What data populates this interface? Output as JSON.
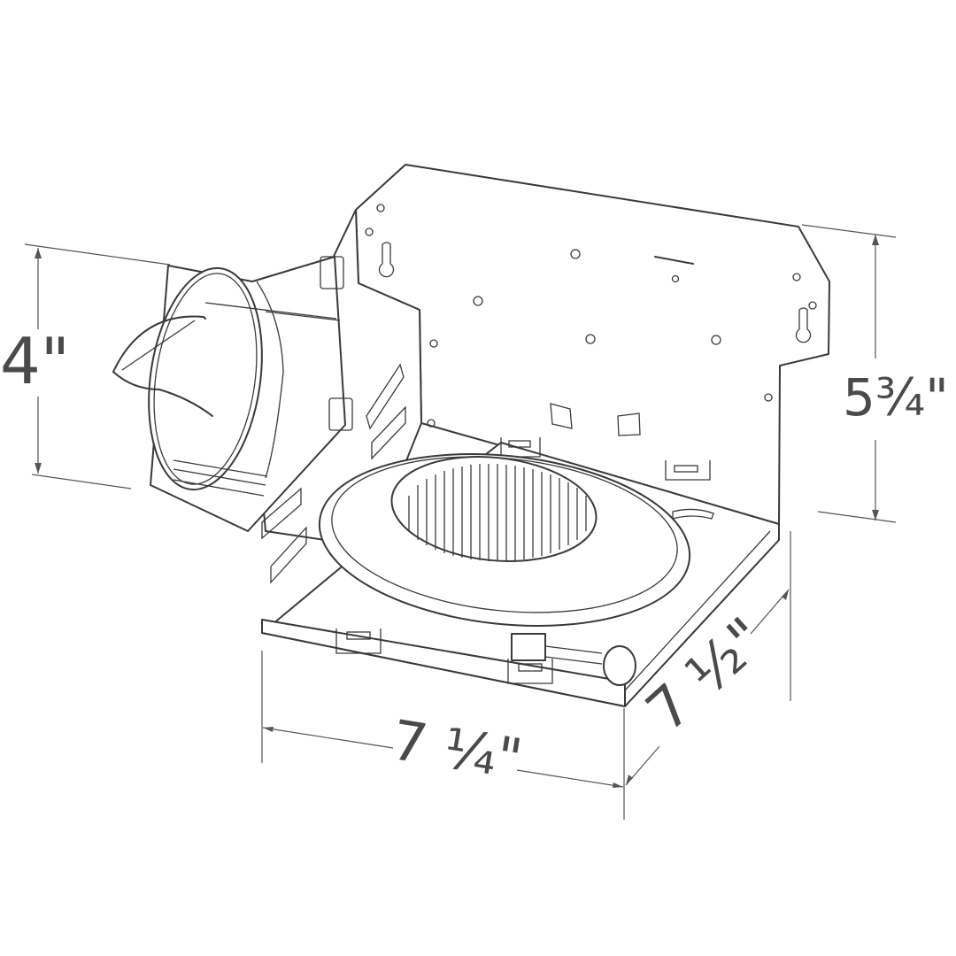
{
  "diagram": {
    "subject": "Recessed exhaust fan housing with 4-inch round duct connector (isometric line drawing)",
    "line_color": "#3a3a3a",
    "text_color": "#4a4a4a",
    "background": "#ffffff"
  },
  "dimensions": {
    "duct_height": "4\"",
    "housing_height": "5¾\"",
    "housing_width": "7 ¼\"",
    "housing_length": "7 ½\""
  },
  "components": [
    "round-duct-connector",
    "damper-flap",
    "mounting-plate",
    "keyhole-slots",
    "mounting-holes",
    "housing-box",
    "blower-wheel",
    "blower-collar",
    "mounting-tabs",
    "electrical-connector",
    "motor-plug"
  ]
}
